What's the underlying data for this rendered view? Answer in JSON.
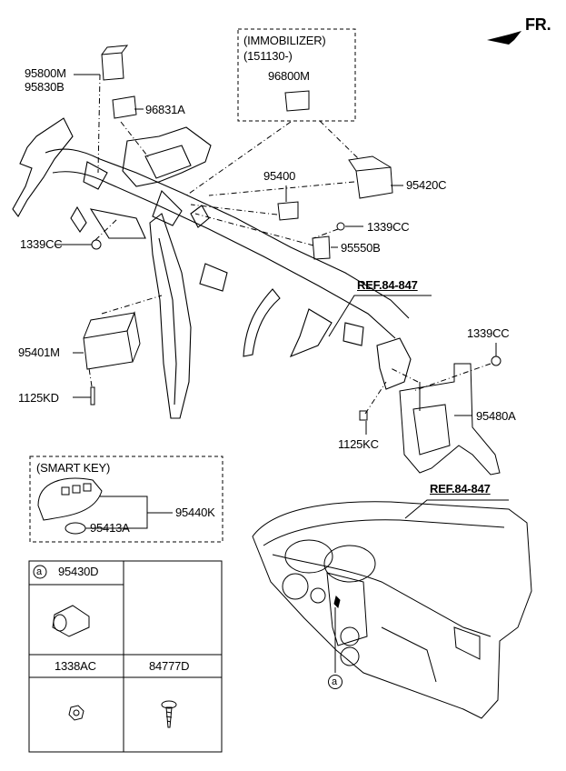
{
  "orientation": {
    "label": "FR."
  },
  "immobilizer_box": {
    "title": "(IMMOBILIZER)",
    "range": "(151130-)",
    "part": "96800M"
  },
  "smart_key_box": {
    "title": "(SMART KEY)",
    "key_part": "95440K",
    "battery_part": "95413A"
  },
  "references": {
    "upper": "REF.84-847",
    "lower": "REF.84-847"
  },
  "part_labels": {
    "p95800M": "95800M",
    "p95830B": "95830B",
    "p96831A": "96831A",
    "p95400": "95400",
    "p95420C": "95420C",
    "p1339CC_left": "1339CC",
    "p1339CC_mid": "1339CC",
    "p95550B": "95550B",
    "p95401M": "95401M",
    "p1125KD": "1125KD",
    "p1339CC_right": "1339CC",
    "p95480A": "95480A",
    "p1125KC": "1125KC"
  },
  "parts_table": {
    "callout_a": "a",
    "cell_a_part": "95430D",
    "cell_b_part": "1338AC",
    "cell_c_part": "84777D"
  },
  "dashboard_callout": "a"
}
